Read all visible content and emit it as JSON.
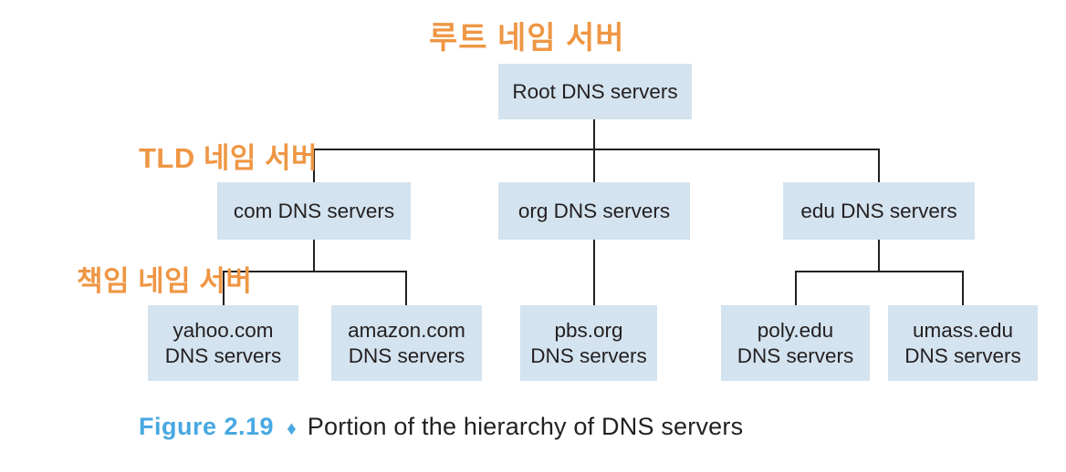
{
  "figure": {
    "kind": "dns-hierarchy-tree",
    "levels": {
      "root_label_kr": "루트 네임 서버",
      "tld_label_kr": "TLD 네임 서버",
      "authoritative_label_kr": "책임 네임 서버"
    },
    "tree": {
      "root": {
        "label": "Root DNS servers"
      },
      "tld": [
        {
          "label": "com DNS servers",
          "parent": "root"
        },
        {
          "label": "org DNS servers",
          "parent": "root"
        },
        {
          "label": "edu DNS servers",
          "parent": "root"
        }
      ],
      "auth": [
        {
          "line1": "yahoo.com",
          "line2": "DNS servers",
          "parent": "com"
        },
        {
          "line1": "amazon.com",
          "line2": "DNS servers",
          "parent": "com"
        },
        {
          "line1": "pbs.org",
          "line2": "DNS servers",
          "parent": "org"
        },
        {
          "line1": "poly.edu",
          "line2": "DNS servers",
          "parent": "edu"
        },
        {
          "line1": "umass.edu",
          "line2": "DNS servers",
          "parent": "edu"
        }
      ]
    },
    "caption": {
      "figure_label": "Figure 2.19",
      "separator": "♦",
      "text": "Portion of the hierarchy of DNS servers"
    },
    "colors": {
      "accent_orange": "#ef9644",
      "box_fill": "#d3e3ef",
      "caption_blue": "#47a8e2",
      "line": "#231f20",
      "text": "#231f20"
    }
  }
}
